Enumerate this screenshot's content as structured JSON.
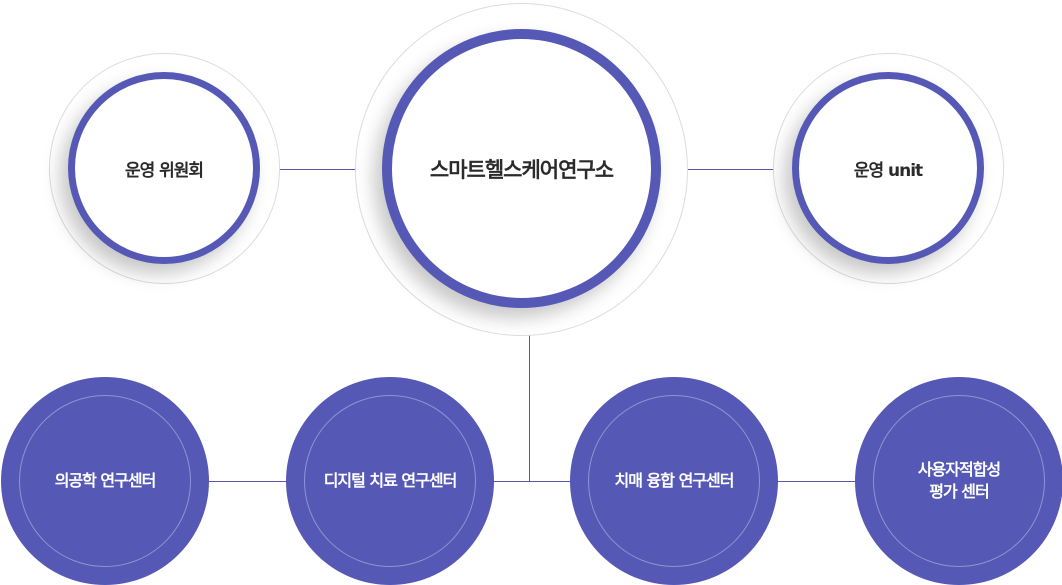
{
  "colors": {
    "accent": "#5559b5",
    "line": "#5558b0"
  },
  "top": {
    "left": "운영 위원회",
    "center": "스마트헬스케어연구소",
    "right": "운영 unit"
  },
  "centers": [
    {
      "label": "의공학 연구센터"
    },
    {
      "label": "디지털 치료 연구센터"
    },
    {
      "label": "치매 융합 연구센터"
    },
    {
      "label": "사용자적합성\n평가 센터"
    }
  ]
}
